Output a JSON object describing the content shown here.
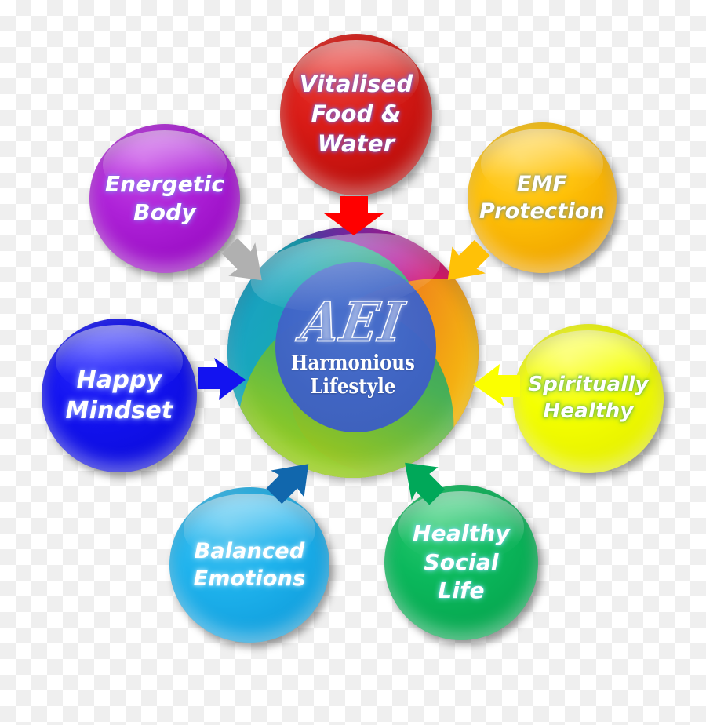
{
  "diagram": {
    "title": "AEI Harmonious Lifestyle",
    "background": "transparency-checkerboard",
    "center": {
      "logo_text": "AEI",
      "title_line1": "Harmonious",
      "title_line2": "Lifestyle",
      "color": "#3f62c6"
    },
    "nodes": [
      {
        "id": "vitalised-food-water",
        "lines": [
          "Vitalised",
          "Food &",
          "Water"
        ],
        "color": "#d81b16",
        "arrow_color": "#ff0000",
        "arrow_name": "arrow-food-to-center"
      },
      {
        "id": "emf-protection",
        "lines": [
          "EMF",
          "Protection"
        ],
        "color": "#ffc107",
        "arrow_color": "#ffc107",
        "arrow_name": "arrow-emf-to-center"
      },
      {
        "id": "spiritually-healthy",
        "lines": [
          "Spiritually",
          "Healthy"
        ],
        "color": "#f4ff00",
        "arrow_color": "#fbff00",
        "arrow_name": "arrow-spirit-to-center"
      },
      {
        "id": "healthy-social-life",
        "lines": [
          "Healthy",
          "Social",
          "Life"
        ],
        "color": "#0bb85c",
        "arrow_color": "#00a859",
        "arrow_name": "arrow-social-to-center"
      },
      {
        "id": "balanced-emotions",
        "lines": [
          "Balanced",
          "Emotions"
        ],
        "color": "#1fb3ed",
        "arrow_color": "#1167ad",
        "arrow_name": "arrow-emotions-to-center"
      },
      {
        "id": "happy-mindset",
        "lines": [
          "Happy",
          "Mindset"
        ],
        "color": "#1313f0",
        "arrow_color": "#1313f0",
        "arrow_name": "arrow-happy-to-center"
      },
      {
        "id": "energetic-body",
        "lines": [
          "Energetic",
          "Body"
        ],
        "color": "#ae22d8",
        "arrow_color": "#b0b0b0",
        "arrow_name": "arrow-energetic-to-center"
      }
    ]
  }
}
